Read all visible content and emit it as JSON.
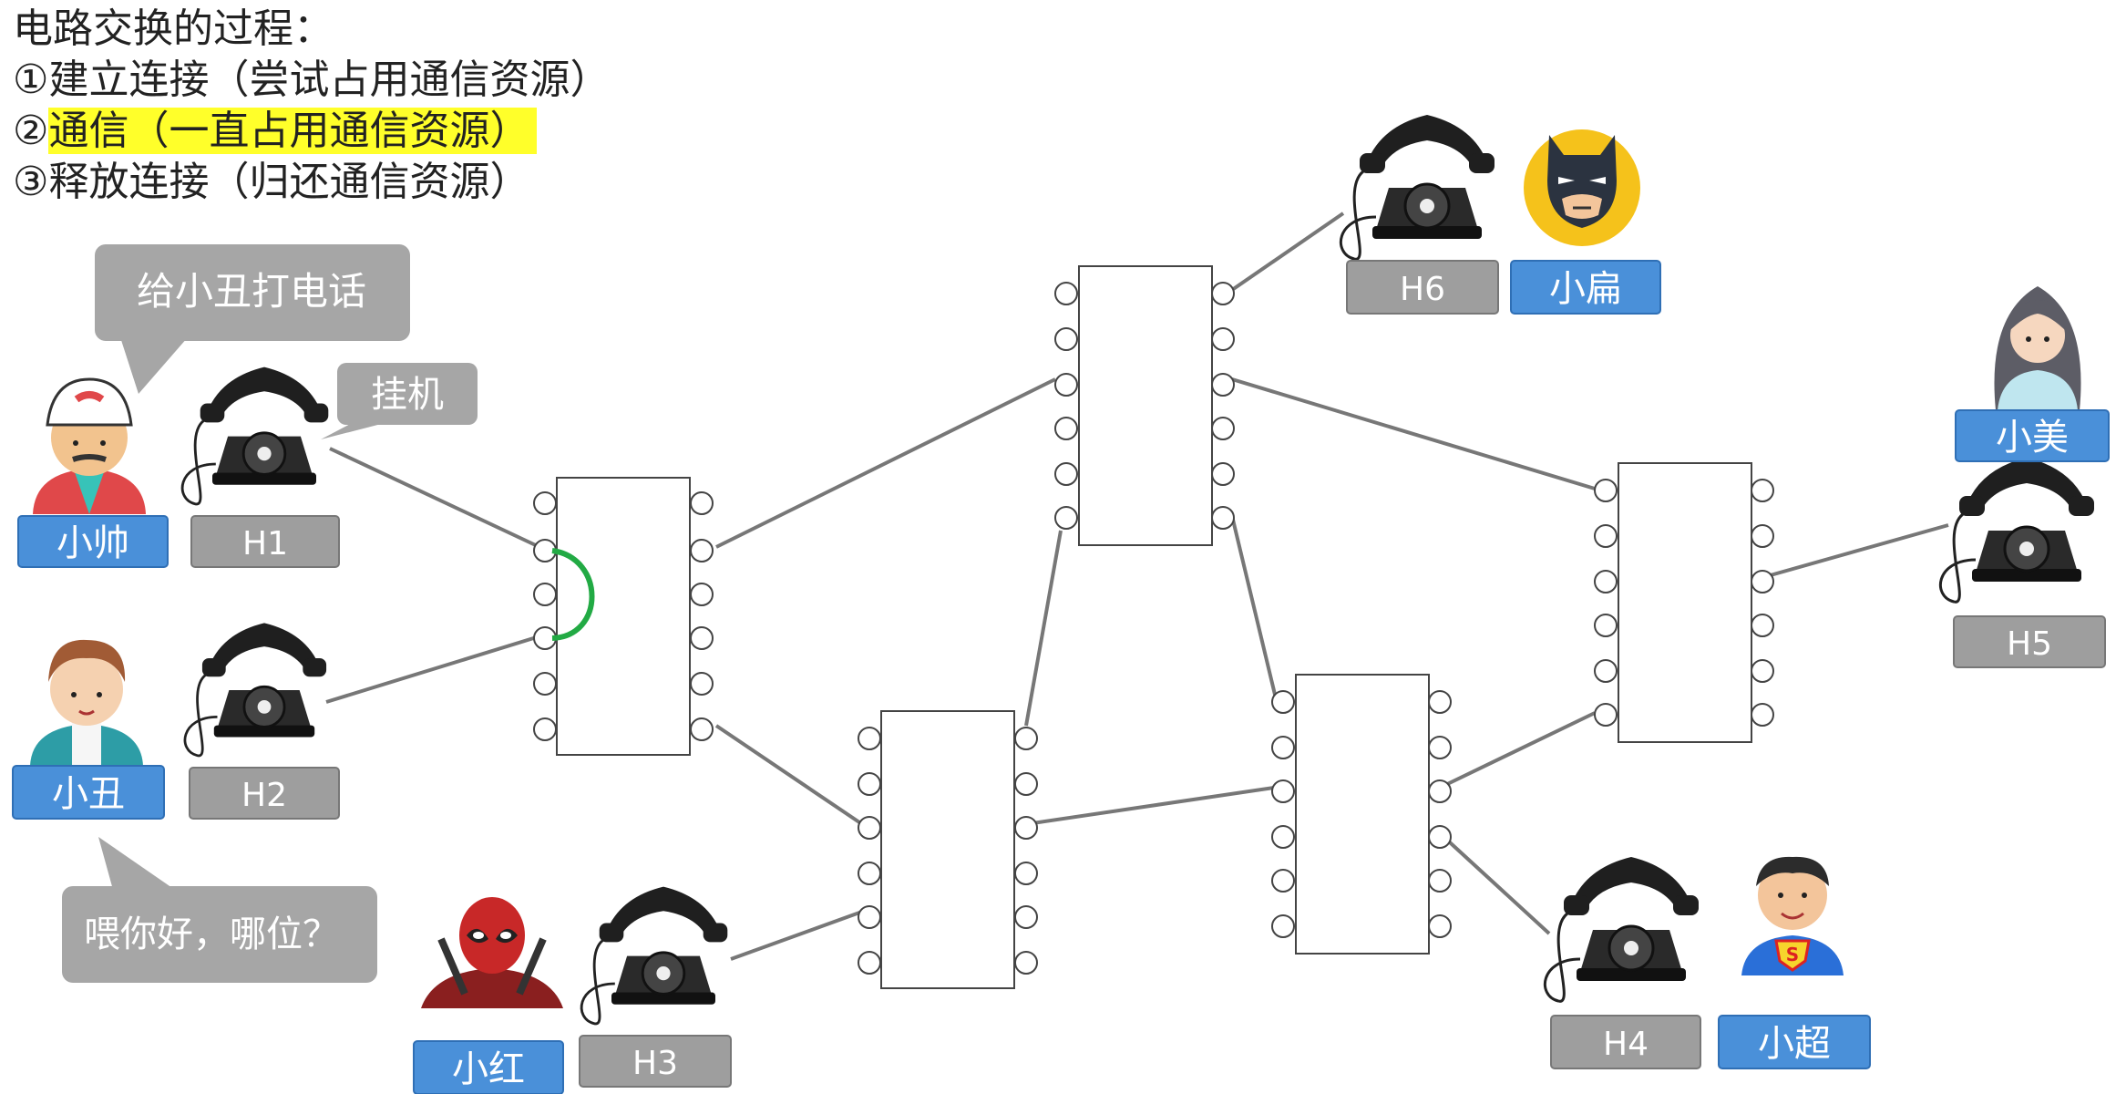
{
  "title": "电路交换的过程：",
  "steps": [
    {
      "num": "①",
      "text": "建立连接（尝试占用通信资源）",
      "highlighted": false
    },
    {
      "num": "②",
      "text": "通信（一直占用通信资源）",
      "highlighted": true
    },
    {
      "num": "③",
      "text": "释放连接（归还通信资源）",
      "highlighted": false
    }
  ],
  "highlight_color": "#ffff2a",
  "bubbles": {
    "call": "给小丑打电话",
    "hangup": "挂机",
    "answer": "喂你好，哪位？"
  },
  "hosts": [
    {
      "id": "H1",
      "user": "小帅",
      "avatar": "cap-boy-avatar"
    },
    {
      "id": "H2",
      "user": "小丑",
      "avatar": "boy-avatar"
    },
    {
      "id": "H3",
      "user": "小红",
      "avatar": "deadpool-avatar"
    },
    {
      "id": "H4",
      "user": "小超",
      "avatar": "superman-avatar"
    },
    {
      "id": "H5",
      "user": "小美",
      "avatar": "girl-avatar"
    },
    {
      "id": "H6",
      "user": "小扁",
      "avatar": "batman-avatar"
    }
  ],
  "colors": {
    "user_label_bg": "#4a90d9",
    "host_label_bg": "#9e9e9e",
    "bubble_bg": "#a6a6a6",
    "link_line": "#777777",
    "active_circuit": "#22aa44"
  }
}
